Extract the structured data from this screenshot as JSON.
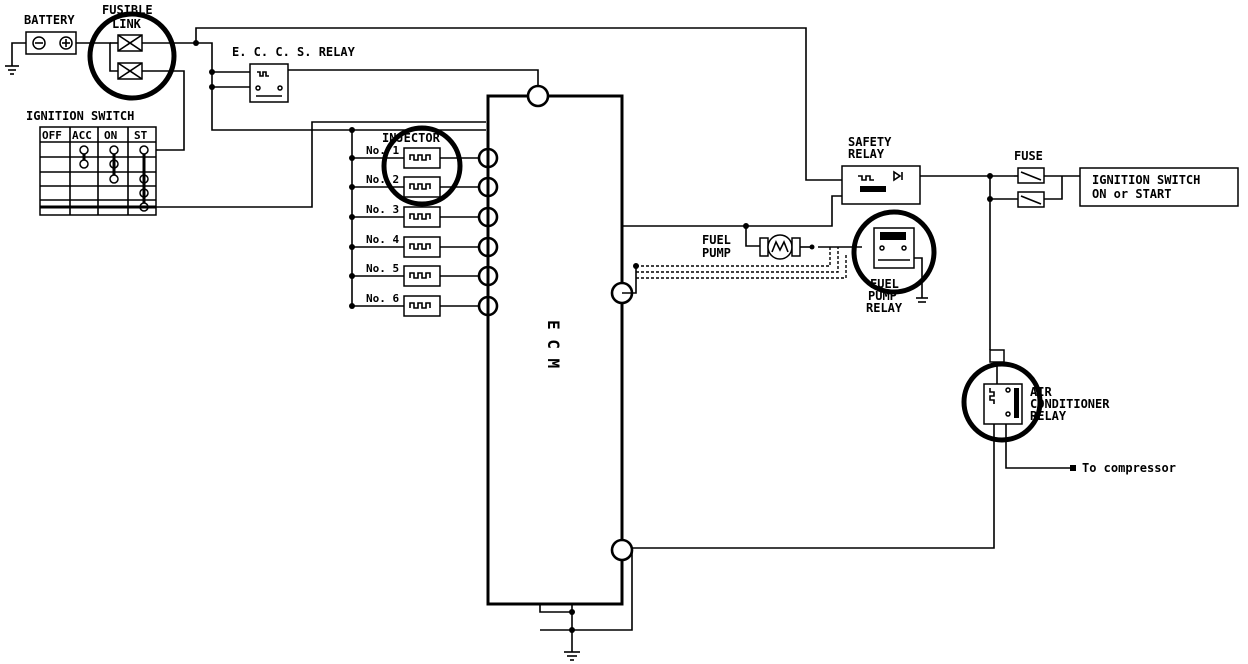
{
  "labels": {
    "battery": "BATTERY",
    "fusible_link_1": "FUSIBLE",
    "fusible_link_2": "LINK",
    "eccs_relay": "E. C. C. S.  RELAY",
    "ignition_switch": "IGNITION SWITCH",
    "switch_headers": [
      "OFF",
      "ACC",
      "ON",
      "ST"
    ],
    "injector": "INJECTOR",
    "injectors": [
      "No. 1",
      "No. 2",
      "No. 3",
      "No. 4",
      "No. 5",
      "No. 6"
    ],
    "ecm": "E C M",
    "safety_relay_1": "SAFETY",
    "safety_relay_2": "RELAY",
    "fuel_pump_1": "FUEL",
    "fuel_pump_2": "PUMP",
    "fuel_pump_relay_1": "FUEL",
    "fuel_pump_relay_2": "PUMP",
    "fuel_pump_relay_3": "RELAY",
    "fuse": "FUSE",
    "ign_switch_box_1": "IGNITION SWITCH",
    "ign_switch_box_2": "ON or START",
    "ac_relay_1": "AIR",
    "ac_relay_2": "CONDITIONER",
    "ac_relay_3": "RELAY",
    "to_compressor": "To compressor"
  }
}
